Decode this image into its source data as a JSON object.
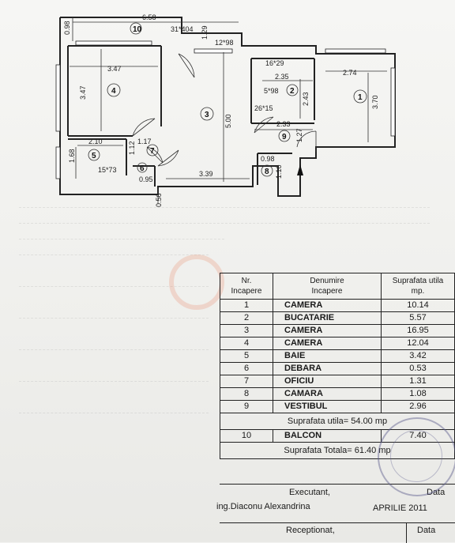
{
  "plan": {
    "dims": {
      "total_width": "6.58",
      "left_height": "0.98",
      "room10_label": "10",
      "stair_a": "31*404",
      "wall_129": "1.29",
      "stair_b": "12*98",
      "room1_width": "2.74",
      "room1_height": "3.70",
      "room2_top": "16*29",
      "room2_width": "2.35",
      "room2_height": "2.43",
      "room2_note": "5*98",
      "room2_bottom": "26*15",
      "room4_width": "3.47",
      "room4_height": "3.47",
      "room3_height": "5.00",
      "room3_bottom": "3.39",
      "vest_width": "2.33",
      "vest_height": "1.27",
      "room8_width": "0.98",
      "room8_height": "1.10",
      "room5_width": "2.10",
      "room5_height": "1.68",
      "room5_note": "15*73",
      "room7_width": "1.17",
      "room7_height": "1.12",
      "room6_width": "0.95",
      "bottom_left": "0.56"
    },
    "rooms": [
      "1",
      "2",
      "3",
      "4",
      "5",
      "6",
      "7",
      "8",
      "9",
      "10"
    ]
  },
  "table": {
    "headers": {
      "nr": "Nr.\nIncapere",
      "name": "Denumire\nIncapere",
      "area": "Suprafata utila\nmp."
    },
    "rows": [
      {
        "nr": "1",
        "name": "CAMERA",
        "area": "10.14"
      },
      {
        "nr": "2",
        "name": "BUCATARIE",
        "area": "5.57"
      },
      {
        "nr": "3",
        "name": "CAMERA",
        "area": "16.95"
      },
      {
        "nr": "4",
        "name": "CAMERA",
        "area": "12.04"
      },
      {
        "nr": "5",
        "name": "BAIE",
        "area": "3.42"
      },
      {
        "nr": "6",
        "name": "DEBARA",
        "area": "0.53"
      },
      {
        "nr": "7",
        "name": "OFICIU",
        "area": "1.31"
      },
      {
        "nr": "8",
        "name": "CAMARA",
        "area": "1.08"
      },
      {
        "nr": "9",
        "name": "VESTIBUL",
        "area": "2.96"
      }
    ],
    "useful_total": "Suprafata utila= 54.00 mp",
    "balcony": {
      "nr": "10",
      "name": "BALCON",
      "area": "7.40"
    },
    "grand_total": "Suprafata Totala= 61.40 mp"
  },
  "footer": {
    "executant_label": "Executant,",
    "date_label": "Data",
    "executant_name": "ing.Diaconu Alexandrina",
    "date_value": "APRILIE 2011",
    "receptionat_label": "Receptionat,",
    "date_label2": "Data"
  }
}
